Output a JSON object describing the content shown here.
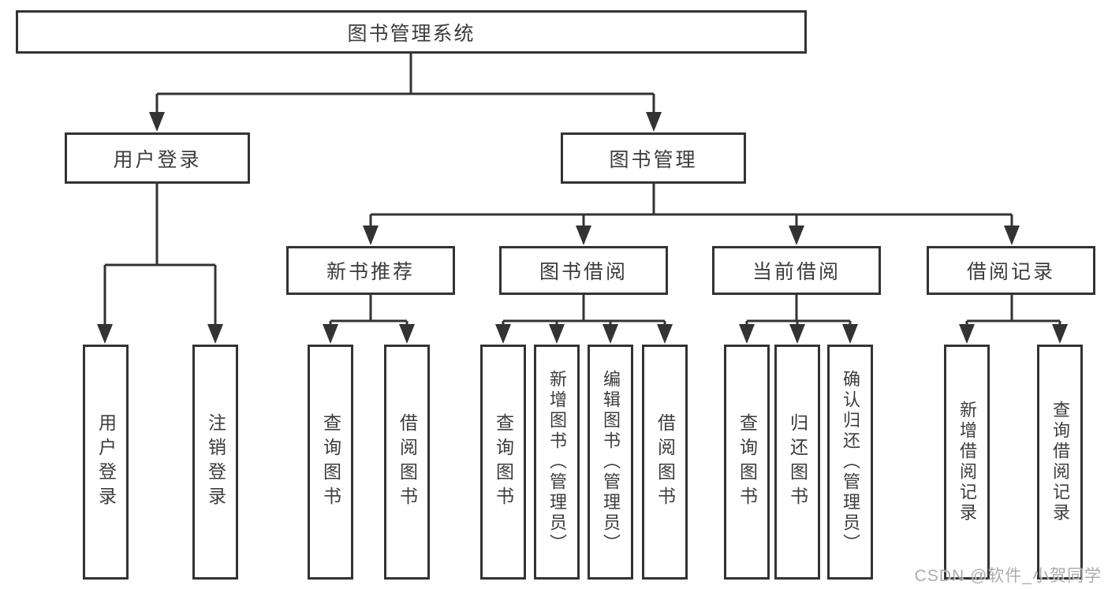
{
  "root": {
    "label": "图书管理系统"
  },
  "level2": [
    {
      "label": "用户登录"
    },
    {
      "label": "图书管理"
    }
  ],
  "level3": [
    {
      "label": "新书推荐"
    },
    {
      "label": "图书借阅"
    },
    {
      "label": "当前借阅"
    },
    {
      "label": "借阅记录"
    }
  ],
  "leaf_groups": [
    {
      "items": [
        {
          "label": "用户登录"
        },
        {
          "label": "注销登录"
        }
      ]
    },
    {
      "items": [
        {
          "label": "查询图书"
        },
        {
          "label": "借阅图书"
        }
      ]
    },
    {
      "items": [
        {
          "label": "查询图书"
        },
        {
          "label": "新增图书（管理员）"
        },
        {
          "label": "编辑图书（管理员）"
        },
        {
          "label": "借阅图书"
        }
      ]
    },
    {
      "items": [
        {
          "label": "查询图书"
        },
        {
          "label": "归还图书"
        },
        {
          "label": "确认归还（管理员）"
        }
      ]
    },
    {
      "items": [
        {
          "label": "新增借阅记录"
        },
        {
          "label": "查询借阅记录"
        }
      ]
    }
  ],
  "watermark": {
    "text": "CSDN @软件_小贺同学"
  },
  "colors": {
    "line": "#333333",
    "box_border": "#333333",
    "box_fill": "#ffffff",
    "text": "#3c3c3c",
    "watermark": "#9d9d9d"
  }
}
